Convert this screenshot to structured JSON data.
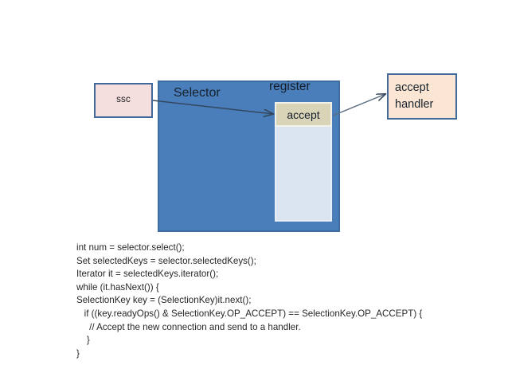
{
  "diagram": {
    "ssc": {
      "label": "ssc"
    },
    "selector": {
      "label": "Selector"
    },
    "register": {
      "label": "register"
    },
    "queue": {
      "accept_label": "accept"
    },
    "handler": {
      "line1": "accept",
      "line2": "handler"
    },
    "colors": {
      "selector_fill": "#4a7ebb",
      "ssc_fill": "#f4dede",
      "handler_fill": "#fbe6d4",
      "accept_cell_fill": "#d9d3b8",
      "queue_fill": "#dbe5f1",
      "border": "#41699b",
      "arrow": "#3a4a5e"
    }
  },
  "code": {
    "lines": [
      "int num = selector.select();",
      "Set selectedKeys = selector.selectedKeys();",
      "Iterator it = selectedKeys.iterator();",
      "while (it.hasNext()) {",
      "SelectionKey key = (SelectionKey)it.next();",
      "   if ((key.readyOps() & SelectionKey.OP_ACCEPT) == SelectionKey.OP_ACCEPT) {",
      "     // Accept the new connection and send to a handler.",
      "    }",
      "}"
    ]
  }
}
